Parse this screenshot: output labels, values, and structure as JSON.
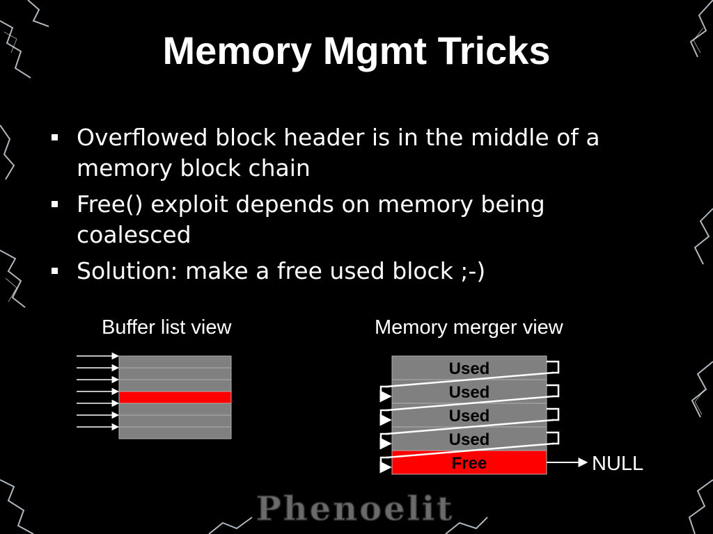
{
  "slide": {
    "title": "Memory Mgmt Tricks",
    "bullets": [
      "Overflowed block header is in the middle of a memory block chain",
      "Free() exploit depends on memory being coalesced",
      "Solution: make a free used block ;-)"
    ]
  },
  "buffer_view": {
    "caption": "Buffer list view",
    "row_count": 7,
    "highlight_row": 4
  },
  "merger_view": {
    "caption": "Memory merger view",
    "blocks": [
      "Used",
      "Used",
      "Used",
      "Used",
      "Free"
    ],
    "null_label": "NULL"
  },
  "colors": {
    "background": "#000000",
    "block_gray": "#808080",
    "highlight_red": "#ff0000",
    "lightning": "#cfd8e0"
  },
  "logo": {
    "text": "Phenoelit"
  }
}
